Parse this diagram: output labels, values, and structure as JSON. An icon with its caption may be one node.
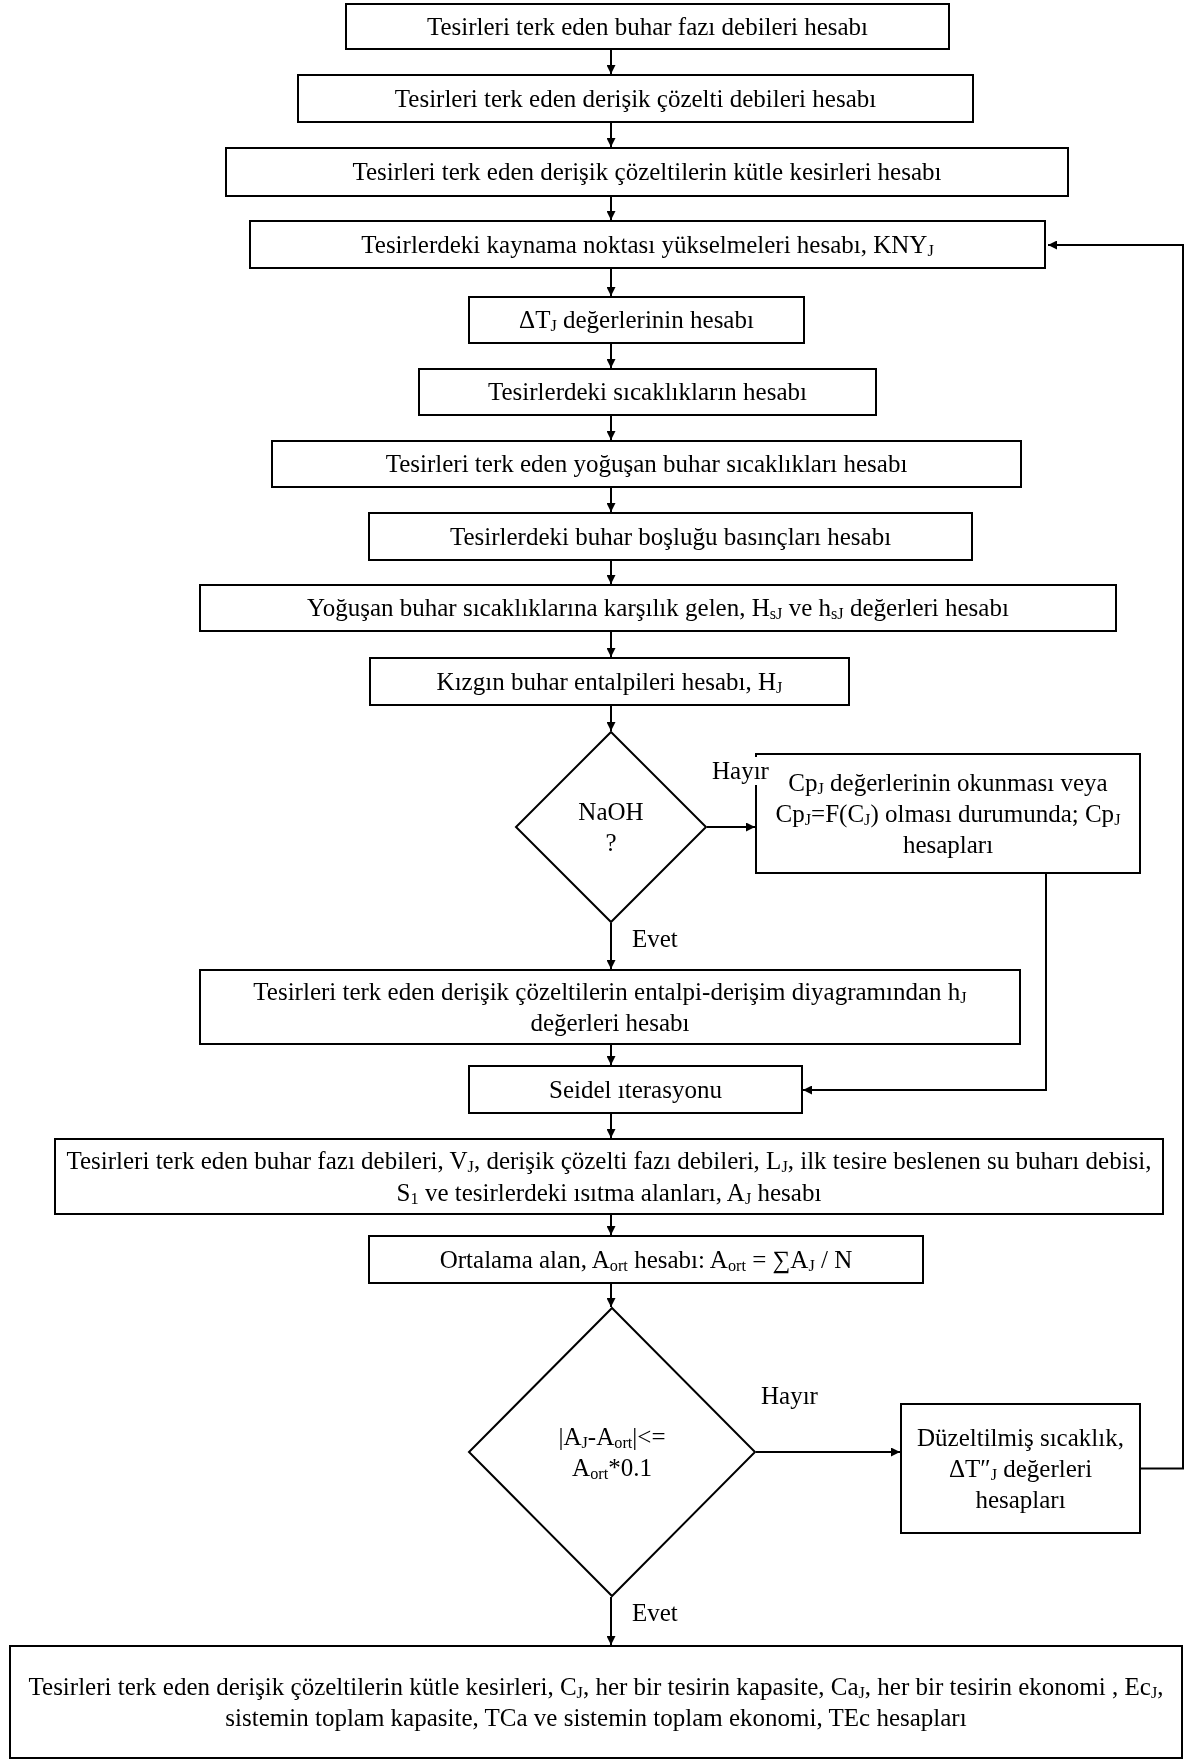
{
  "diagram": {
    "nodes": [
      {
        "text": [
          "Tesirleri terk eden buhar fazı debileri hesabı"
        ]
      },
      {
        "text": [
          "Tesirleri terk eden derişik çözelti debileri hesabı"
        ]
      },
      {
        "text": [
          "Tesirleri terk eden derişik çözeltilerin kütle kesirleri hesabı"
        ]
      },
      {
        "text": [
          "Tesirlerdeki kaynama noktası yükselmeleri hesabı, KNY$_{J}$"
        ]
      },
      {
        "text": [
          "ΔT$_{J}$ değerlerinin hesabı"
        ]
      },
      {
        "text": [
          "Tesirlerdeki sıcaklıkların hesabı"
        ]
      },
      {
        "text": [
          "Tesirleri terk eden yoğuşan buhar sıcaklıkları hesabı"
        ]
      },
      {
        "text": [
          "Tesirlerdeki buhar boşluğu basınçları hesabı"
        ]
      },
      {
        "text": [
          "Yoğuşan buhar sıcaklıklarına karşılık gelen, H$_{sJ}$ ve h$_{sJ}$ değerleri hesabı"
        ]
      },
      {
        "text": [
          "Kızgın buhar entalpileri hesabı, H$_{J}$"
        ]
      },
      {
        "text": [
          "NaOH ?"
        ]
      },
      {
        "text": [
          "Cp$_{J}$ değerlerinin okunması veya Cp$_{J}$=F(C$_{J}$) olması durumunda; Cp$_{J}$ hesapları"
        ]
      },
      {
        "text": [
          "Tesirleri terk eden derişik çözeltilerin entalpi-derişim diyagramından h$_{J}$ değerleri hesabı"
        ]
      },
      {
        "text": [
          "Seidel ıterasyonu"
        ]
      },
      {
        "text": [
          "Tesirleri terk eden buhar fazı debileri, V$_{J}$, derişik çözelti fazı debileri, L$_{J}$, ilk tesire beslenen su buharı debisi, S$_{1}$ ve tesirlerdeki ısıtma alanları, A$_{J}$ hesabı"
        ]
      },
      {
        "text": [
          "Ortalama alan, A$_{ort}$ hesabı: A$_{ort}$ = ∑A$_{J}$ / N"
        ]
      },
      {
        "text": [
          "|A$_{J}$-A$_{ort}$|<= A$_{ort}$*0.1"
        ]
      },
      {
        "text": [
          "Düzeltilmiş sıcaklık, ΔT″$_{J}$ değerleri hesapları"
        ]
      },
      {
        "text": [
          "Tesirleri terk eden derişik çözeltilerin kütle kesirleri, C$_{J}$, her bir tesirin kapasite, Ca$_{J}$, her bir tesirin ekonomi , Ec$_{J}$, sistemin toplam kapasite, TCa ve sistemin toplam ekonomi, TEc hesapları"
        ]
      }
    ],
    "edges": [
      {
        "from": 0,
        "to": 1,
        "arrow": "to"
      },
      {
        "from": 1,
        "to": 2,
        "arrow": "to"
      },
      {
        "from": 2,
        "to": 3,
        "arrow": "to"
      },
      {
        "from": 3,
        "to": 4,
        "arrow": "to"
      },
      {
        "from": 4,
        "to": 5,
        "arrow": "to"
      },
      {
        "from": 5,
        "to": 6,
        "arrow": "to"
      },
      {
        "from": 6,
        "to": 7,
        "arrow": "to"
      },
      {
        "from": 7,
        "to": 8,
        "arrow": "to"
      },
      {
        "from": 8,
        "to": 9,
        "arrow": "to"
      },
      {
        "from": 9,
        "to": 10,
        "arrow": "to"
      },
      {
        "from": 10,
        "to": 11,
        "arrow": "to",
        "label": "Hayır"
      },
      {
        "from": 10,
        "to": 12,
        "arrow": "to",
        "label": "Evet"
      },
      {
        "from": 11,
        "to": 13,
        "arrow": "to"
      },
      {
        "from": 12,
        "to": 13,
        "arrow": "to"
      },
      {
        "from": 13,
        "to": 14,
        "arrow": "to"
      },
      {
        "from": 14,
        "to": 15,
        "arrow": "to"
      },
      {
        "from": 15,
        "to": 16,
        "arrow": "to"
      },
      {
        "from": 16,
        "to": 17,
        "arrow": "to",
        "label": "Hayır"
      },
      {
        "from": 17,
        "to": 3,
        "arrow": "to"
      },
      {
        "from": 16,
        "to": 18,
        "arrow": "to",
        "label": "Evet"
      }
    ]
  }
}
